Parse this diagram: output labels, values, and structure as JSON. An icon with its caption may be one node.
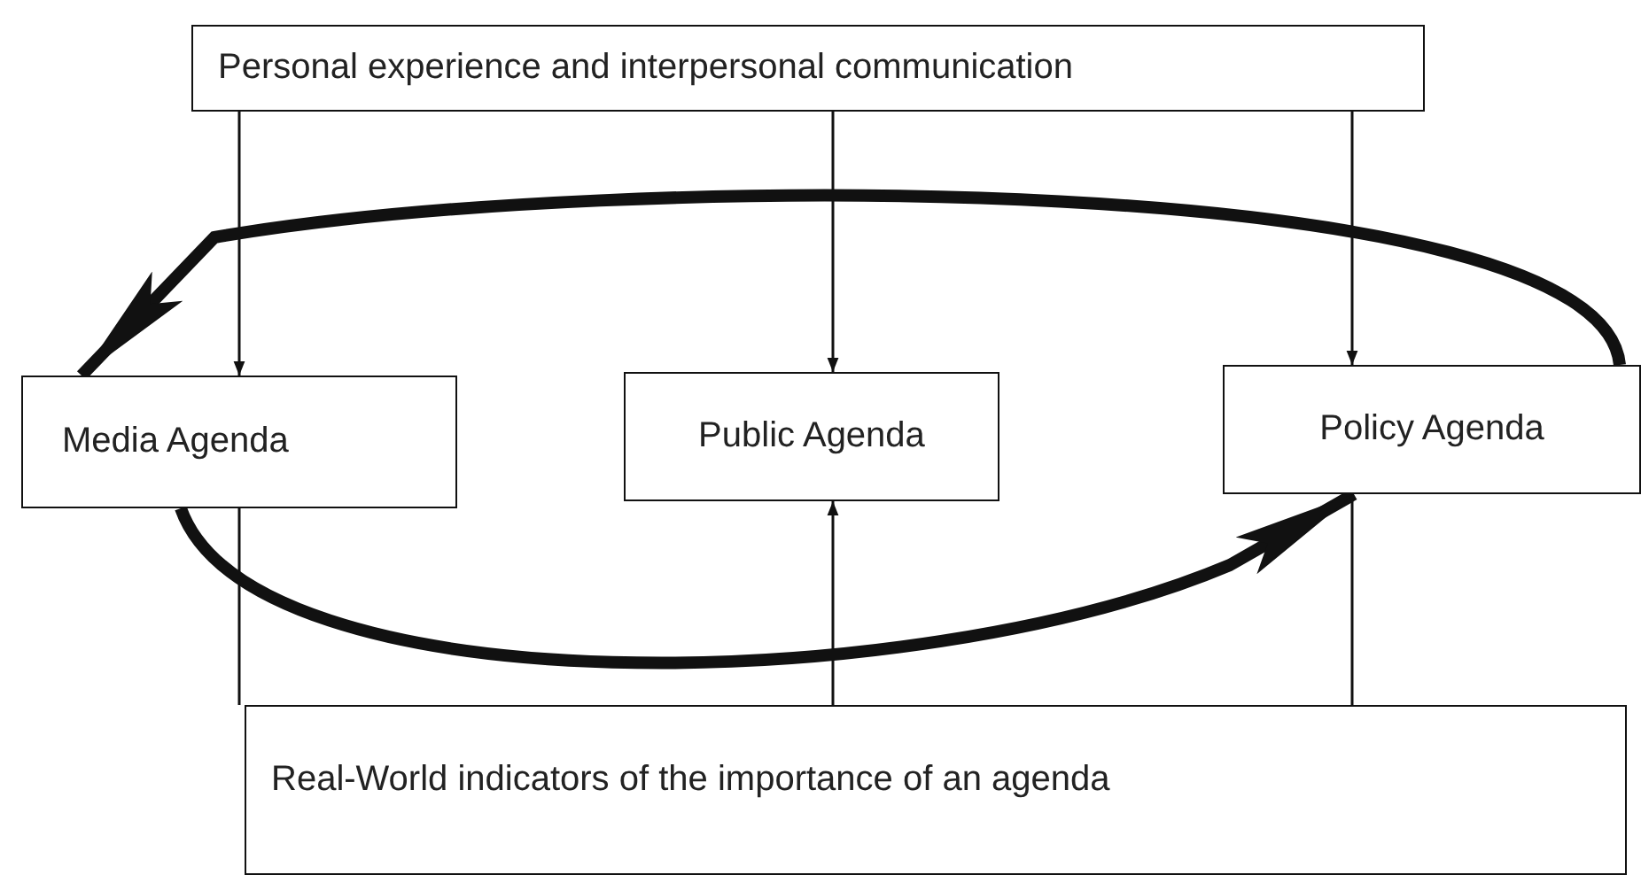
{
  "diagram": {
    "nodes": [
      {
        "text": [
          "Personal experience and interpersonal communication"
        ]
      },
      {
        "text": [
          "Media Agenda"
        ]
      },
      {
        "text": [
          "Public Agenda"
        ]
      },
      {
        "text": [
          "Policy  Agenda"
        ]
      },
      {
        "text": [
          "Real-World indicators of the importance of an agenda"
        ]
      }
    ],
    "edges": [
      {
        "from": 0,
        "to": 1,
        "arrow": "to"
      },
      {
        "from": 0,
        "to": 2,
        "arrow": "to"
      },
      {
        "from": 0,
        "to": 3,
        "arrow": "to"
      },
      {
        "from": 4,
        "to": 1,
        "arrow": "none"
      },
      {
        "from": 4,
        "to": 2,
        "arrow": "to"
      },
      {
        "from": 4,
        "to": 3,
        "arrow": "none"
      },
      {
        "from": 3,
        "to": 1,
        "arrow": "to",
        "style": "thick"
      },
      {
        "from": 1,
        "to": 3,
        "arrow": "to",
        "style": "thick"
      }
    ]
  }
}
